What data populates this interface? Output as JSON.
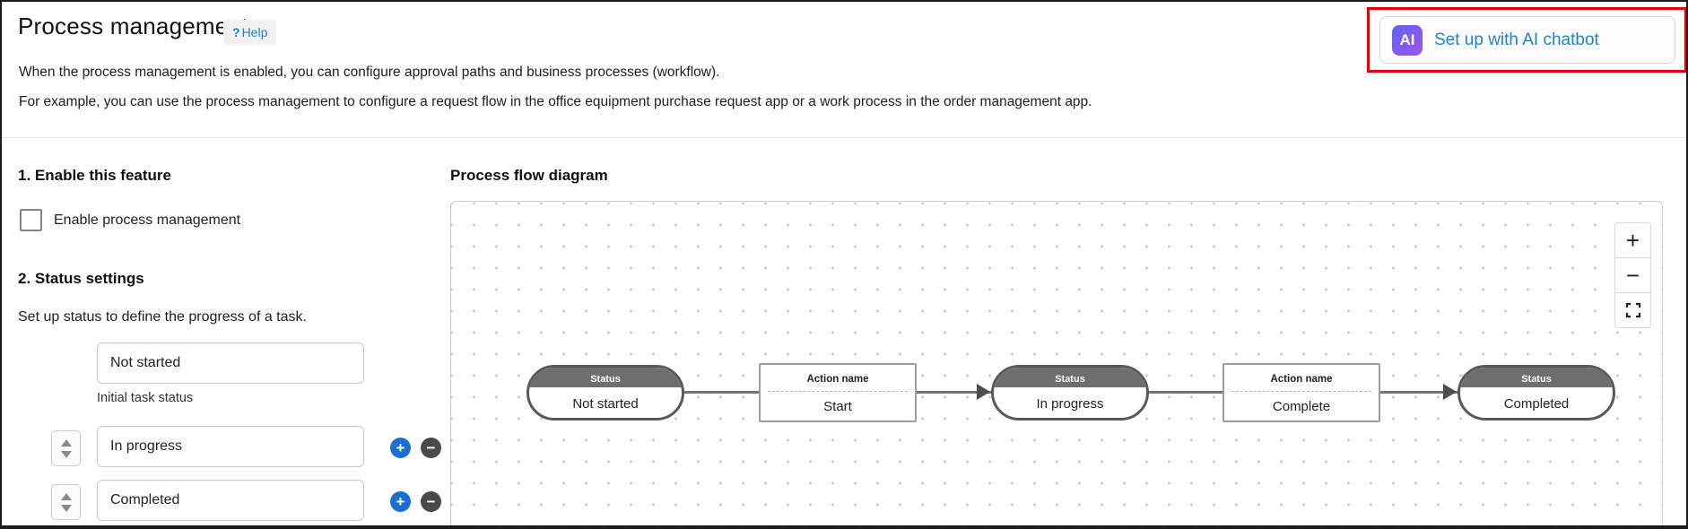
{
  "page": {
    "title": "Process management",
    "description_line1": "When the process management is enabled, you can configure approval paths and business processes (workflow).",
    "description_line2": "For example, you can use the process management to configure a request flow in the office equipment purchase request app or a work process in the order management app."
  },
  "help": {
    "icon": "?",
    "label": "Help"
  },
  "ai_button": {
    "icon": "AI",
    "label": "Set up with AI chatbot"
  },
  "enable_section": {
    "heading": "1. Enable this feature",
    "checkbox_label": "Enable process management",
    "checkbox_checked": false
  },
  "status_section": {
    "heading": "2. Status settings",
    "description": "Set up status to define the progress of a task.",
    "initial_status_value": "Not started",
    "initial_status_note": "Initial task status",
    "rows": [
      {
        "value": "In progress"
      },
      {
        "value": "Completed"
      }
    ],
    "add_label": "+",
    "remove_label": "−"
  },
  "diagram": {
    "heading": "Process flow diagram",
    "controls": {
      "zoom_in": "+",
      "zoom_out": "−"
    },
    "nodes": [
      {
        "kind": "status",
        "title": "Status",
        "label": "Not started"
      },
      {
        "kind": "action",
        "title": "Action name",
        "label": "Start"
      },
      {
        "kind": "status",
        "title": "Status",
        "label": "In progress"
      },
      {
        "kind": "action",
        "title": "Action name",
        "label": "Complete"
      },
      {
        "kind": "status",
        "title": "Status",
        "label": "Completed"
      }
    ]
  },
  "colors": {
    "link_blue": "#1f83cb",
    "highlight_red": "#e60000",
    "add_button_blue": "#1c6fd1",
    "remove_button_gray": "#4a4a4a",
    "status_node_header_gray": "#6e6e6e",
    "ai_icon_gradient_start": "#6165ee",
    "ai_icon_gradient_end": "#9a55ee"
  }
}
